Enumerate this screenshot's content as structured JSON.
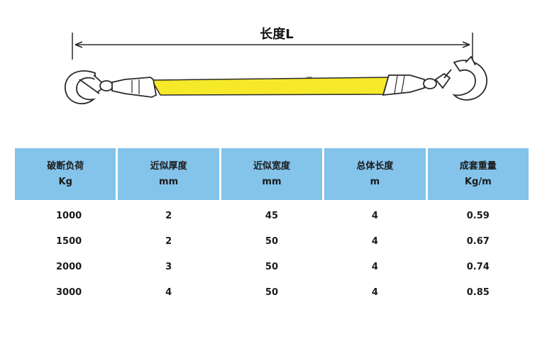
{
  "diagram": {
    "length_label": "长度L",
    "colors": {
      "belt": "#f5e92a",
      "line": "#2a2a2a"
    }
  },
  "table": {
    "headers": [
      {
        "title": "破断负荷",
        "unit": "Kg"
      },
      {
        "title": "近似厚度",
        "unit": "mm"
      },
      {
        "title": "近似宽度",
        "unit": "mm"
      },
      {
        "title": "总体长度",
        "unit": "m"
      },
      {
        "title": "成套重量",
        "unit": "Kg/m"
      }
    ],
    "rows": [
      [
        "1000",
        "2",
        "45",
        "4",
        "0.59"
      ],
      [
        "1500",
        "2",
        "50",
        "4",
        "0.67"
      ],
      [
        "2000",
        "3",
        "50",
        "4",
        "0.74"
      ],
      [
        "3000",
        "4",
        "50",
        "4",
        "0.85"
      ]
    ],
    "header_color": "#84c3ea"
  }
}
